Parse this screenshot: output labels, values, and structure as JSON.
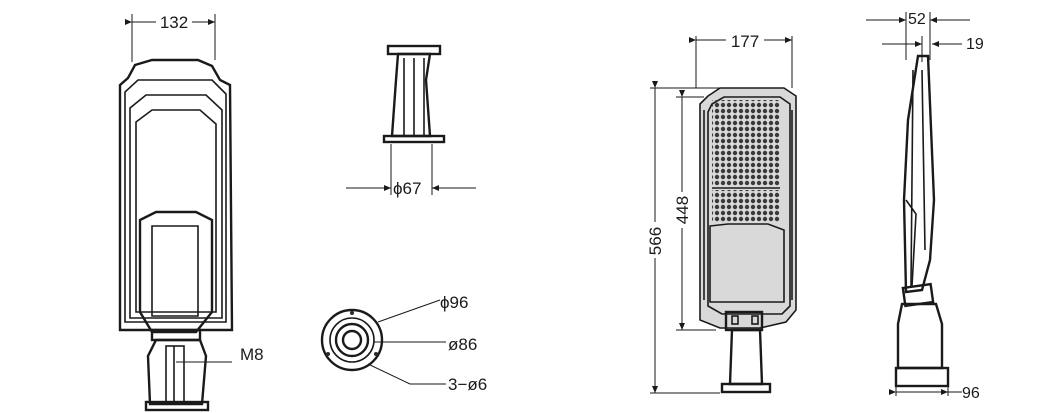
{
  "labels": {
    "front_width": "132",
    "bracket_diameter": "ϕ67",
    "thread": "M8",
    "flange_outer": "ϕ96",
    "flange_inner": "ø86",
    "holes": "3−ø6",
    "lamp_width": "177",
    "total_length": "566",
    "led_length": "448",
    "side_depth": "52",
    "side_thin": "19",
    "base_width": "96"
  },
  "colors": {
    "line": "#1a1a1a",
    "fill": "#d9d9d9"
  }
}
